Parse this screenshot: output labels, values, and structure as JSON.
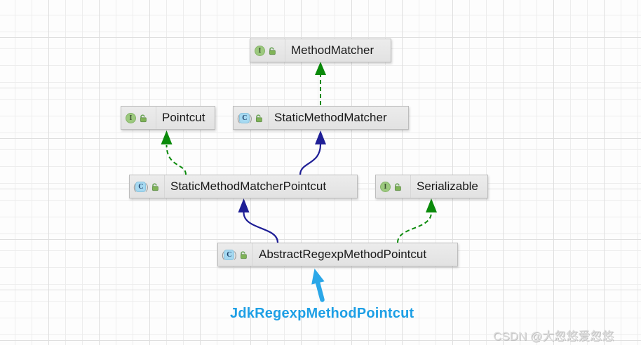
{
  "diagram": {
    "tool": "uml-class-hierarchy",
    "nodes": [
      {
        "id": "method-matcher",
        "label": "MethodMatcher",
        "kind": "interface",
        "icon": "interface-icon"
      },
      {
        "id": "pointcut",
        "label": "Pointcut",
        "kind": "interface",
        "icon": "interface-icon"
      },
      {
        "id": "static-method-matcher",
        "label": "StaticMethodMatcher",
        "kind": "abstract-class",
        "icon": "abstract-class-icon"
      },
      {
        "id": "static-method-matcher-pointcut",
        "label": "StaticMethodMatcherPointcut",
        "kind": "abstract-class",
        "icon": "abstract-class-icon"
      },
      {
        "id": "serializable",
        "label": "Serializable",
        "kind": "interface",
        "icon": "interface-icon"
      },
      {
        "id": "abstract-regexp-method-pointcut",
        "label": "AbstractRegexpMethodPointcut",
        "kind": "abstract-class",
        "icon": "abstract-class-icon"
      }
    ],
    "edges": [
      {
        "from": "static-method-matcher",
        "to": "method-matcher",
        "type": "implements",
        "style": "green-dashed"
      },
      {
        "from": "static-method-matcher-pointcut",
        "to": "pointcut",
        "type": "implements",
        "style": "green-dashed"
      },
      {
        "from": "static-method-matcher-pointcut",
        "to": "static-method-matcher",
        "type": "extends",
        "style": "blue-solid"
      },
      {
        "from": "abstract-regexp-method-pointcut",
        "to": "static-method-matcher-pointcut",
        "type": "extends",
        "style": "blue-solid"
      },
      {
        "from": "abstract-regexp-method-pointcut",
        "to": "serializable",
        "type": "implements",
        "style": "green-dashed"
      }
    ],
    "icons": {
      "interface_glyph": "I",
      "class_glyph": "C",
      "abstract_paren_open": "(",
      "abstract_paren_close": ")"
    },
    "annotation": {
      "label": "JdkRegexpMethodPointcut",
      "arrow": "thick-up-arrow",
      "color": "#2ba7e8"
    },
    "watermark": "CSDN @大忽悠爱忽悠",
    "colors": {
      "extends_edge": "#1f1f96",
      "implements_edge": "#0a8a0a",
      "node_background": "#e6e6e6",
      "node_border": "#bdbdbd",
      "annotation_accent": "#1d9fe5"
    }
  }
}
